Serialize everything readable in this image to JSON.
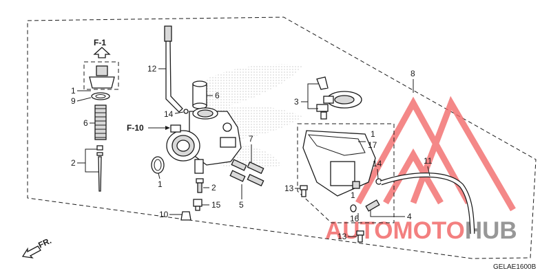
{
  "diagram_code": "GELAE1600B",
  "front_arrow_label": "FR.",
  "ref_f1": "F-1",
  "ref_f10": "F-10",
  "watermark": "AUTOMOTOHUB",
  "colors": {
    "watermark_red": "#f26b6b",
    "watermark_gray": "#8c8c8c",
    "line": "#1a1a1a"
  },
  "labels": {
    "l1a": "1",
    "l9": "9",
    "l6a": "6",
    "l2a": "2",
    "l12": "12",
    "l6b": "6",
    "l14a": "14",
    "l1b": "1",
    "l2b": "2",
    "l10": "10",
    "l15": "15",
    "l7": "7",
    "l5": "5",
    "l3": "3",
    "l8": "8",
    "l1c": "1",
    "l17": "17",
    "l13a": "13",
    "l14b": "14",
    "l11": "11",
    "l1d": "1",
    "l16": "16",
    "l4": "4",
    "l13b": "13"
  }
}
